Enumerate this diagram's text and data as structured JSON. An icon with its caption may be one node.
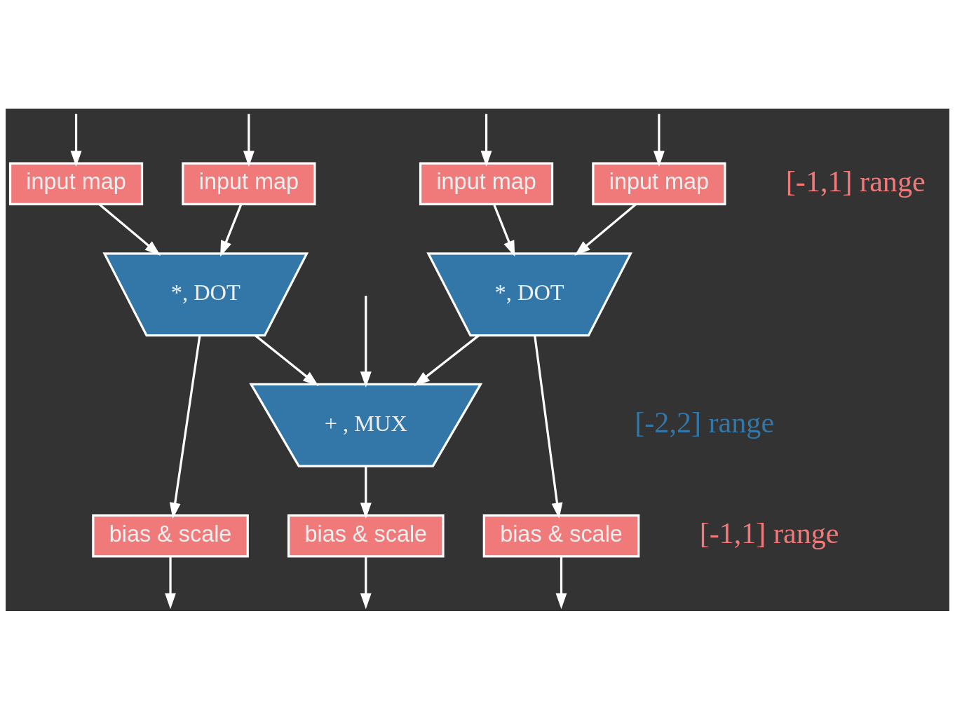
{
  "diagram": {
    "nodes": [
      {
        "text": [
          "input map"
        ]
      },
      {
        "text": [
          "input map"
        ]
      },
      {
        "text": [
          "input map"
        ]
      },
      {
        "text": [
          "input map"
        ]
      },
      {
        "text": [
          "*, DOT"
        ]
      },
      {
        "text": [
          "*, DOT"
        ]
      },
      {
        "text": [
          "+ , MUX"
        ]
      },
      {
        "text": [
          "bias & scale"
        ]
      },
      {
        "text": [
          "bias & scale"
        ]
      },
      {
        "text": [
          "bias & scale"
        ]
      }
    ],
    "edges": [
      {
        "from": null,
        "to": 0,
        "arrow": "to"
      },
      {
        "from": null,
        "to": 1,
        "arrow": "to"
      },
      {
        "from": null,
        "to": 2,
        "arrow": "to"
      },
      {
        "from": null,
        "to": 3,
        "arrow": "to"
      },
      {
        "from": 0,
        "to": 4,
        "arrow": "to"
      },
      {
        "from": 1,
        "to": 4,
        "arrow": "to"
      },
      {
        "from": 2,
        "to": 5,
        "arrow": "to"
      },
      {
        "from": 3,
        "to": 5,
        "arrow": "to"
      },
      {
        "from": null,
        "to": 6,
        "arrow": "to"
      },
      {
        "from": 4,
        "to": 6,
        "arrow": "to"
      },
      {
        "from": 5,
        "to": 6,
        "arrow": "to"
      },
      {
        "from": 4,
        "to": 7,
        "arrow": "to"
      },
      {
        "from": 6,
        "to": 8,
        "arrow": "to"
      },
      {
        "from": 5,
        "to": 9,
        "arrow": "to"
      },
      {
        "from": 7,
        "to": null,
        "arrow": "to"
      },
      {
        "from": 8,
        "to": null,
        "arrow": "to"
      },
      {
        "from": 9,
        "to": null,
        "arrow": "to"
      }
    ],
    "labels": [
      "[-1,1] range",
      "[-2,2] range",
      "[-1,1] range"
    ]
  }
}
